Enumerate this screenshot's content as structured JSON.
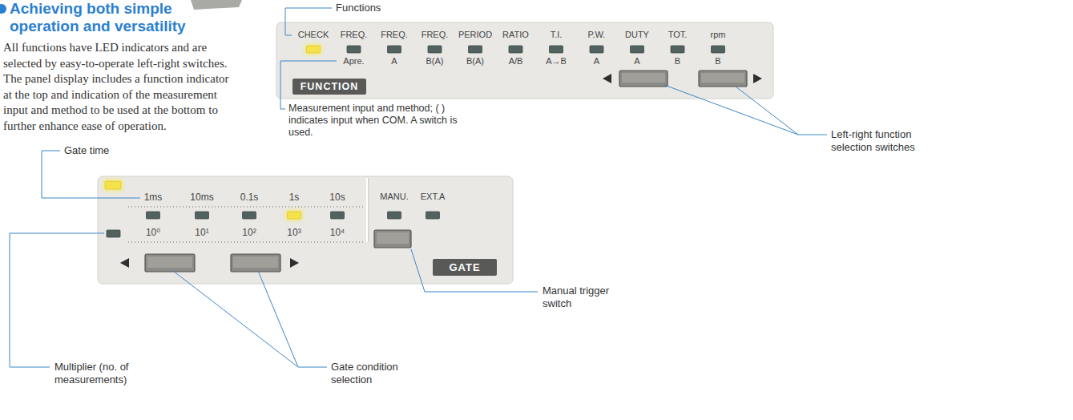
{
  "diagram": {
    "title": "Achieving both simple operation and versatility",
    "nodes": [
      {
        "text": [
          "FUNCTION"
        ]
      },
      {
        "text": [
          "GATE"
        ]
      }
    ],
    "labels": [
      "All functions have LED indicators and are selected by easy-to-operate left-right switches. The panel display includes a function indicator at the top and indication of the measurement input and method to be used at the bottom to further enhance ease of operation.",
      "Functions",
      "CHECK",
      "FREQ.",
      "FREQ.",
      "FREQ.",
      "PERIOD",
      "RATIO",
      "T.I.",
      "P.W.",
      "DUTY",
      "TOT.",
      "rpm",
      "Apre.",
      "A",
      "B(A)",
      "B(A)",
      "A/B",
      "A→B",
      "A",
      "A",
      "B",
      "B",
      "Measurement input and method; ( ) indicates input when COM. A switch is used.",
      "Left-right function selection switches",
      "Gate time",
      "1ms",
      "10ms",
      "0.1s",
      "1s",
      "10s",
      "MANU.",
      "EXT.A",
      "10⁰",
      "10¹",
      "10²",
      "10³",
      "10⁴",
      "Manual trigger switch",
      "Multiplier (no. of measurements)",
      "Gate condition selection"
    ]
  }
}
